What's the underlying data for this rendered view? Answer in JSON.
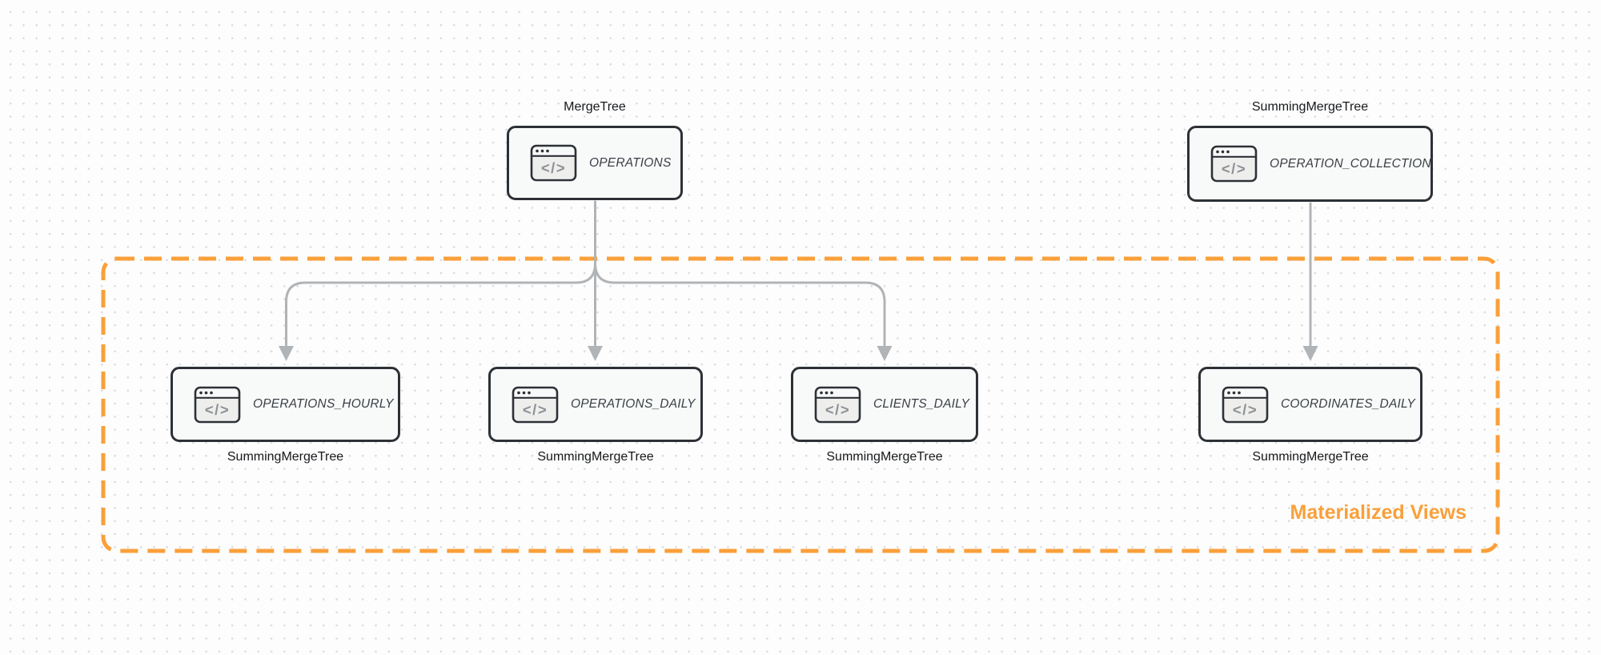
{
  "canvas": {
    "type": "dot-grid-diagram"
  },
  "group": {
    "label": "Materialized Views"
  },
  "colors": {
    "accent_orange": "#F9A03A",
    "edge_gray": "#b1b4b7",
    "node_border": "#2d3136",
    "node_fill": "#f8f9f9"
  },
  "nodes": [
    {
      "id": "operations",
      "engine": "MergeTree",
      "table": "OPERATIONS"
    },
    {
      "id": "operation_collection",
      "engine": "SummingMergeTree",
      "table": "OPERATION_COLLECTION"
    },
    {
      "id": "operations_hourly",
      "engine": "SummingMergeTree",
      "table": "OPERATIONS_HOURLY"
    },
    {
      "id": "operations_daily",
      "engine": "SummingMergeTree",
      "table": "OPERATIONS_DAILY"
    },
    {
      "id": "clients_daily",
      "engine": "SummingMergeTree",
      "table": "CLIENTS_DAILY"
    },
    {
      "id": "coordinates_daily",
      "engine": "SummingMergeTree",
      "table": "COORDINATES_DAILY"
    }
  ],
  "edges": [
    {
      "from": "OPERATIONS",
      "to": "OPERATIONS_HOURLY"
    },
    {
      "from": "OPERATIONS",
      "to": "OPERATIONS_DAILY"
    },
    {
      "from": "OPERATIONS",
      "to": "CLIENTS_DAILY"
    },
    {
      "from": "OPERATION_COLLECTION",
      "to": "COORDINATES_DAILY"
    }
  ],
  "icon": {
    "name": "code-window-icon",
    "glyph": "</>"
  }
}
